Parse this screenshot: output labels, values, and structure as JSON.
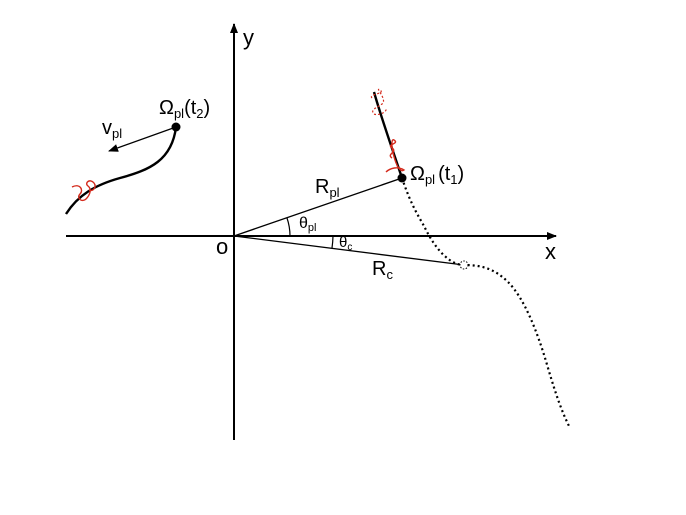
{
  "axes": {
    "x_label": "x",
    "y_label": "y",
    "origin_label": "o"
  },
  "labels": {
    "omega_t2_main": "Ω",
    "omega_t2_sub": "pl",
    "omega_t2_arg_open": "(t",
    "omega_t2_arg_sub": "2",
    "omega_t2_arg_close": ")",
    "omega_t1_main": "Ω",
    "omega_t1_sub": "pl",
    "omega_t1_arg_open": "(t",
    "omega_t1_arg_sub": "1",
    "omega_t1_arg_close": ")",
    "v_main": "v",
    "v_sub": "pl",
    "r_pl_main": "R",
    "r_pl_sub": "pl",
    "theta_pl_main": "θ",
    "theta_pl_sub": "pl",
    "theta_c_main": "θ",
    "theta_c_sub": "c",
    "r_c_main": "R",
    "r_c_sub": "c"
  },
  "colors": {
    "ink": "#000000",
    "wave": "#d42a1c"
  }
}
